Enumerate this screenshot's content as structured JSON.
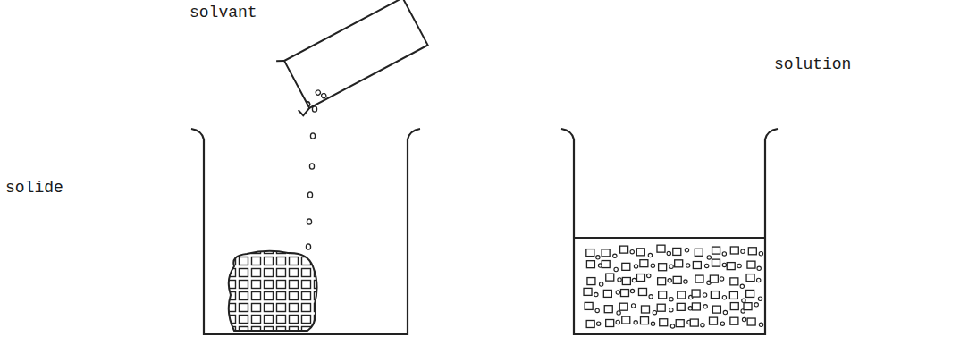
{
  "diagram": {
    "labels": [
      "solvant",
      "solide",
      "solution"
    ]
  }
}
